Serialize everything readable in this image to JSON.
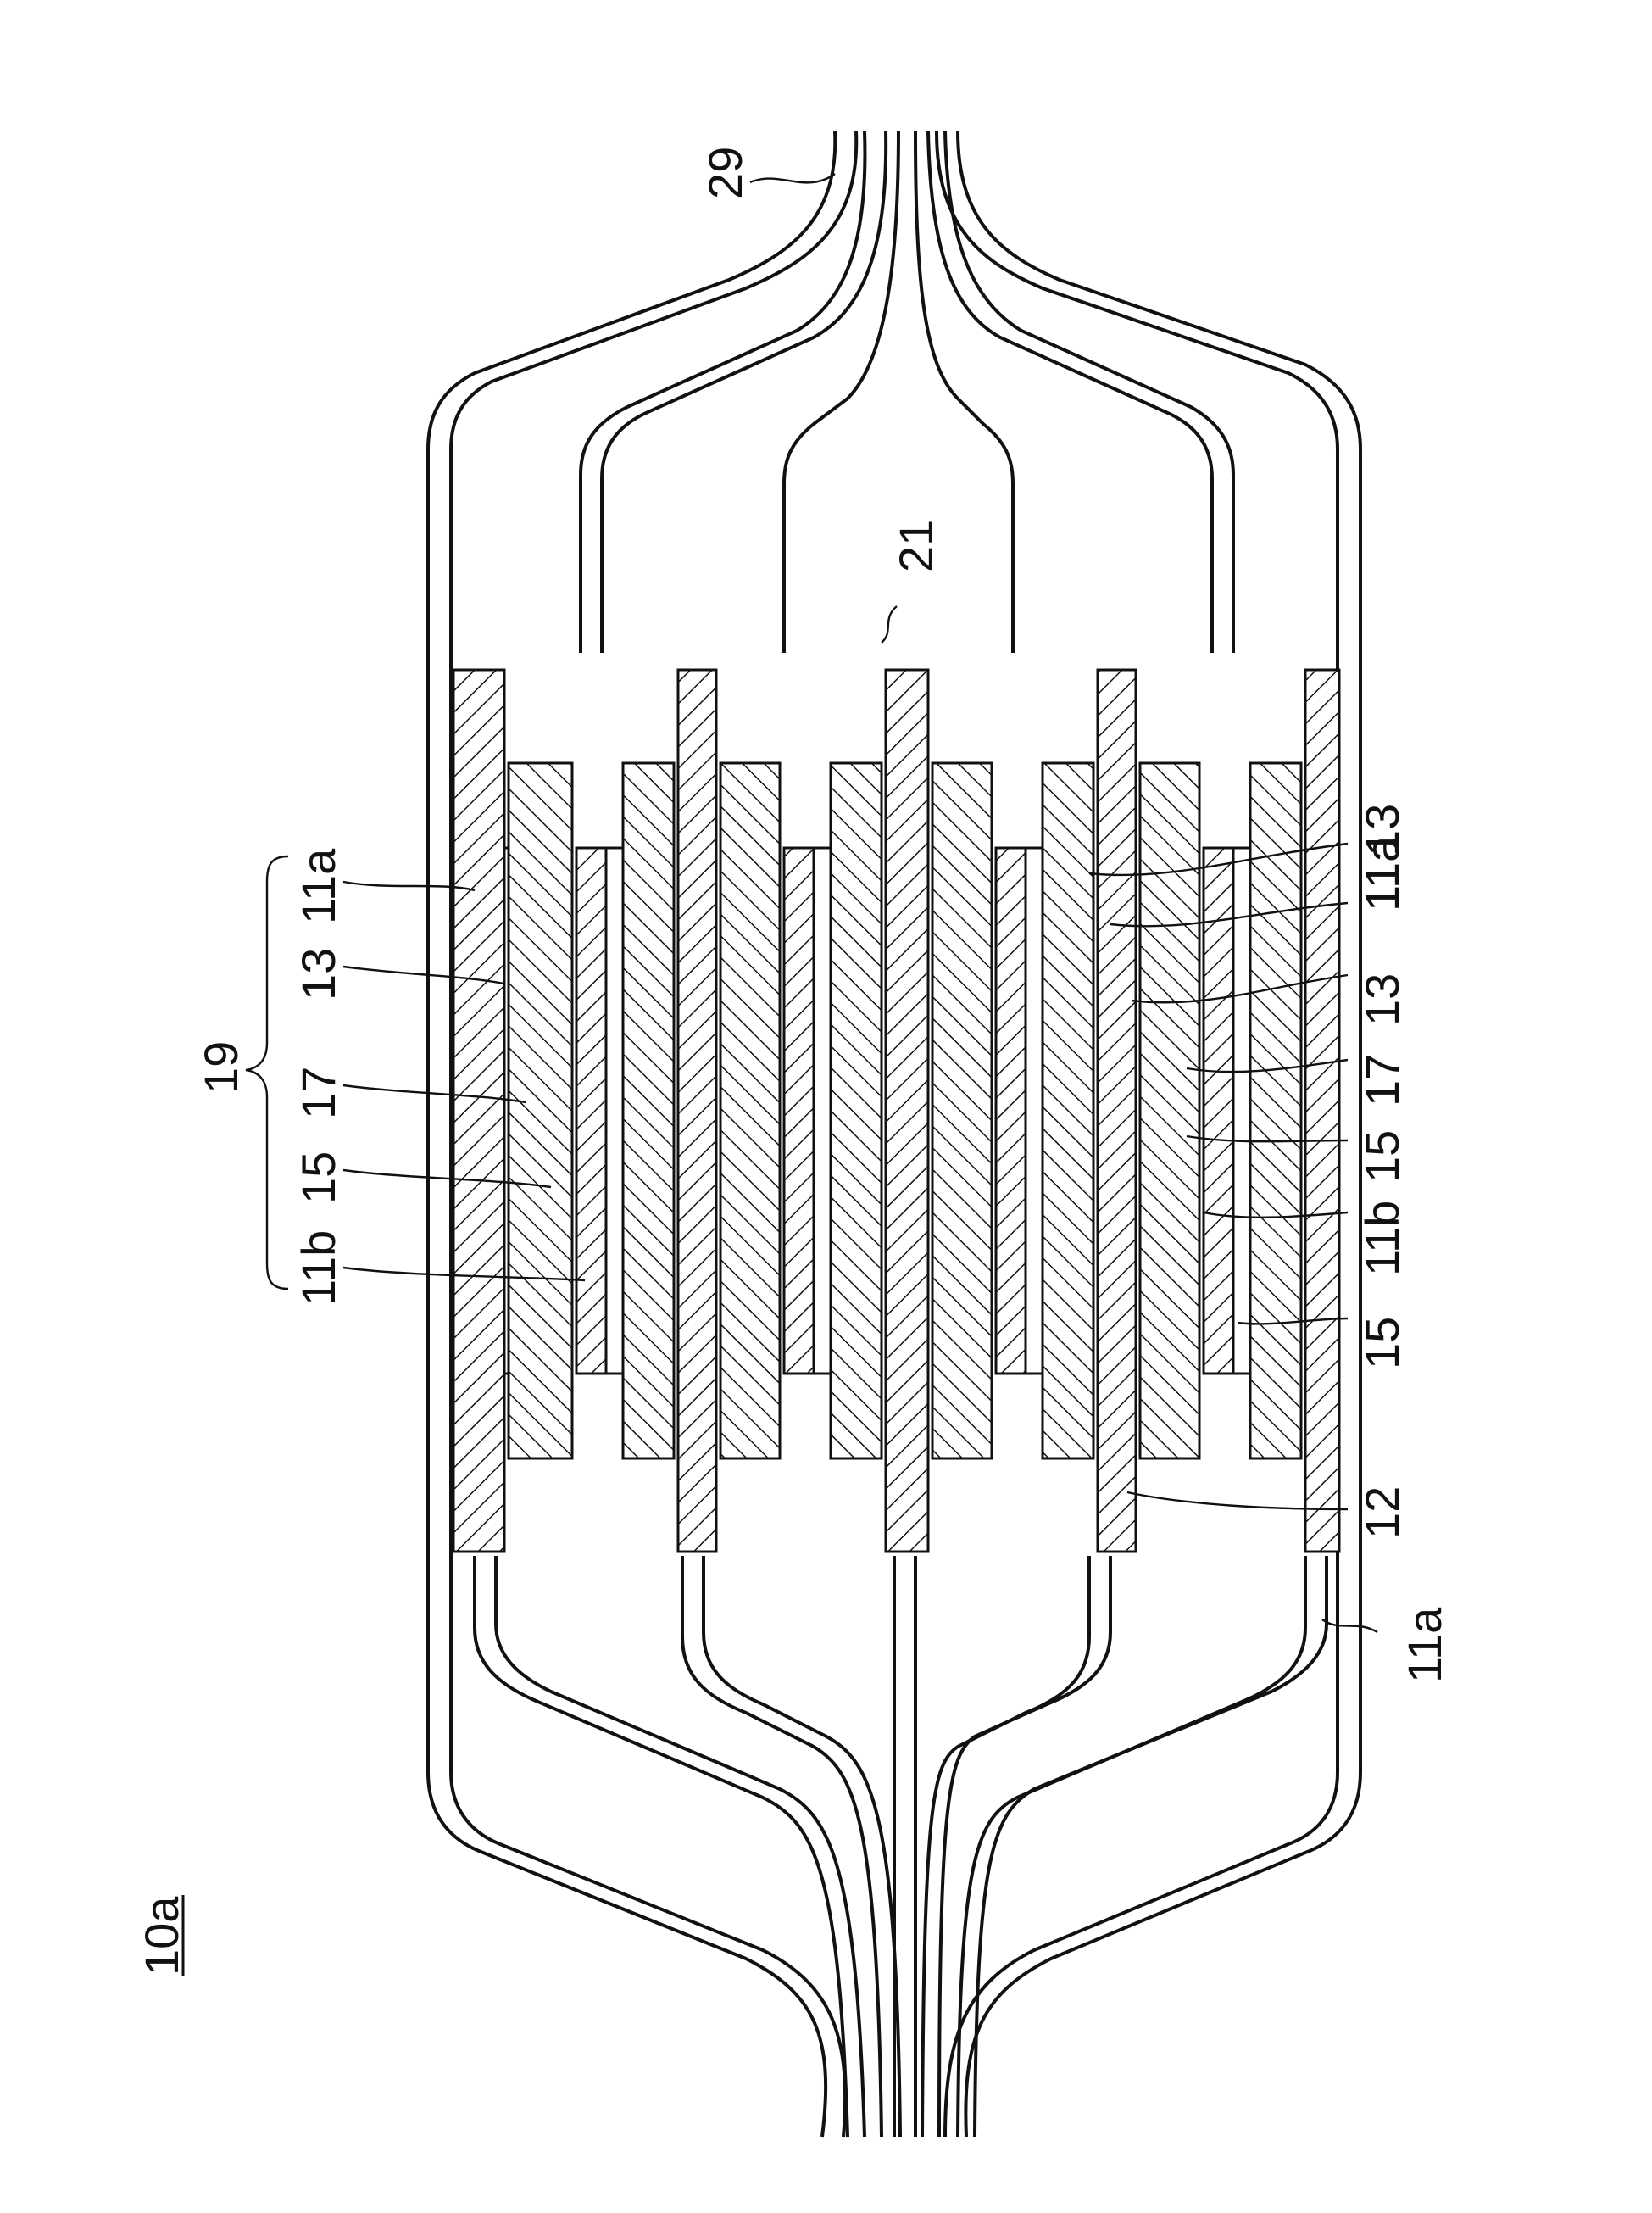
{
  "figure": {
    "figure_label": "10a",
    "labels": {
      "pouch": "29",
      "stack_group": "19",
      "tab_bundle": "21",
      "left_column": [
        "11a",
        "13",
        "17",
        "15",
        "11b"
      ],
      "right_column": [
        "11a",
        "13",
        "13",
        "17",
        "15",
        "11b",
        "15",
        "12",
        "11a"
      ]
    }
  }
}
